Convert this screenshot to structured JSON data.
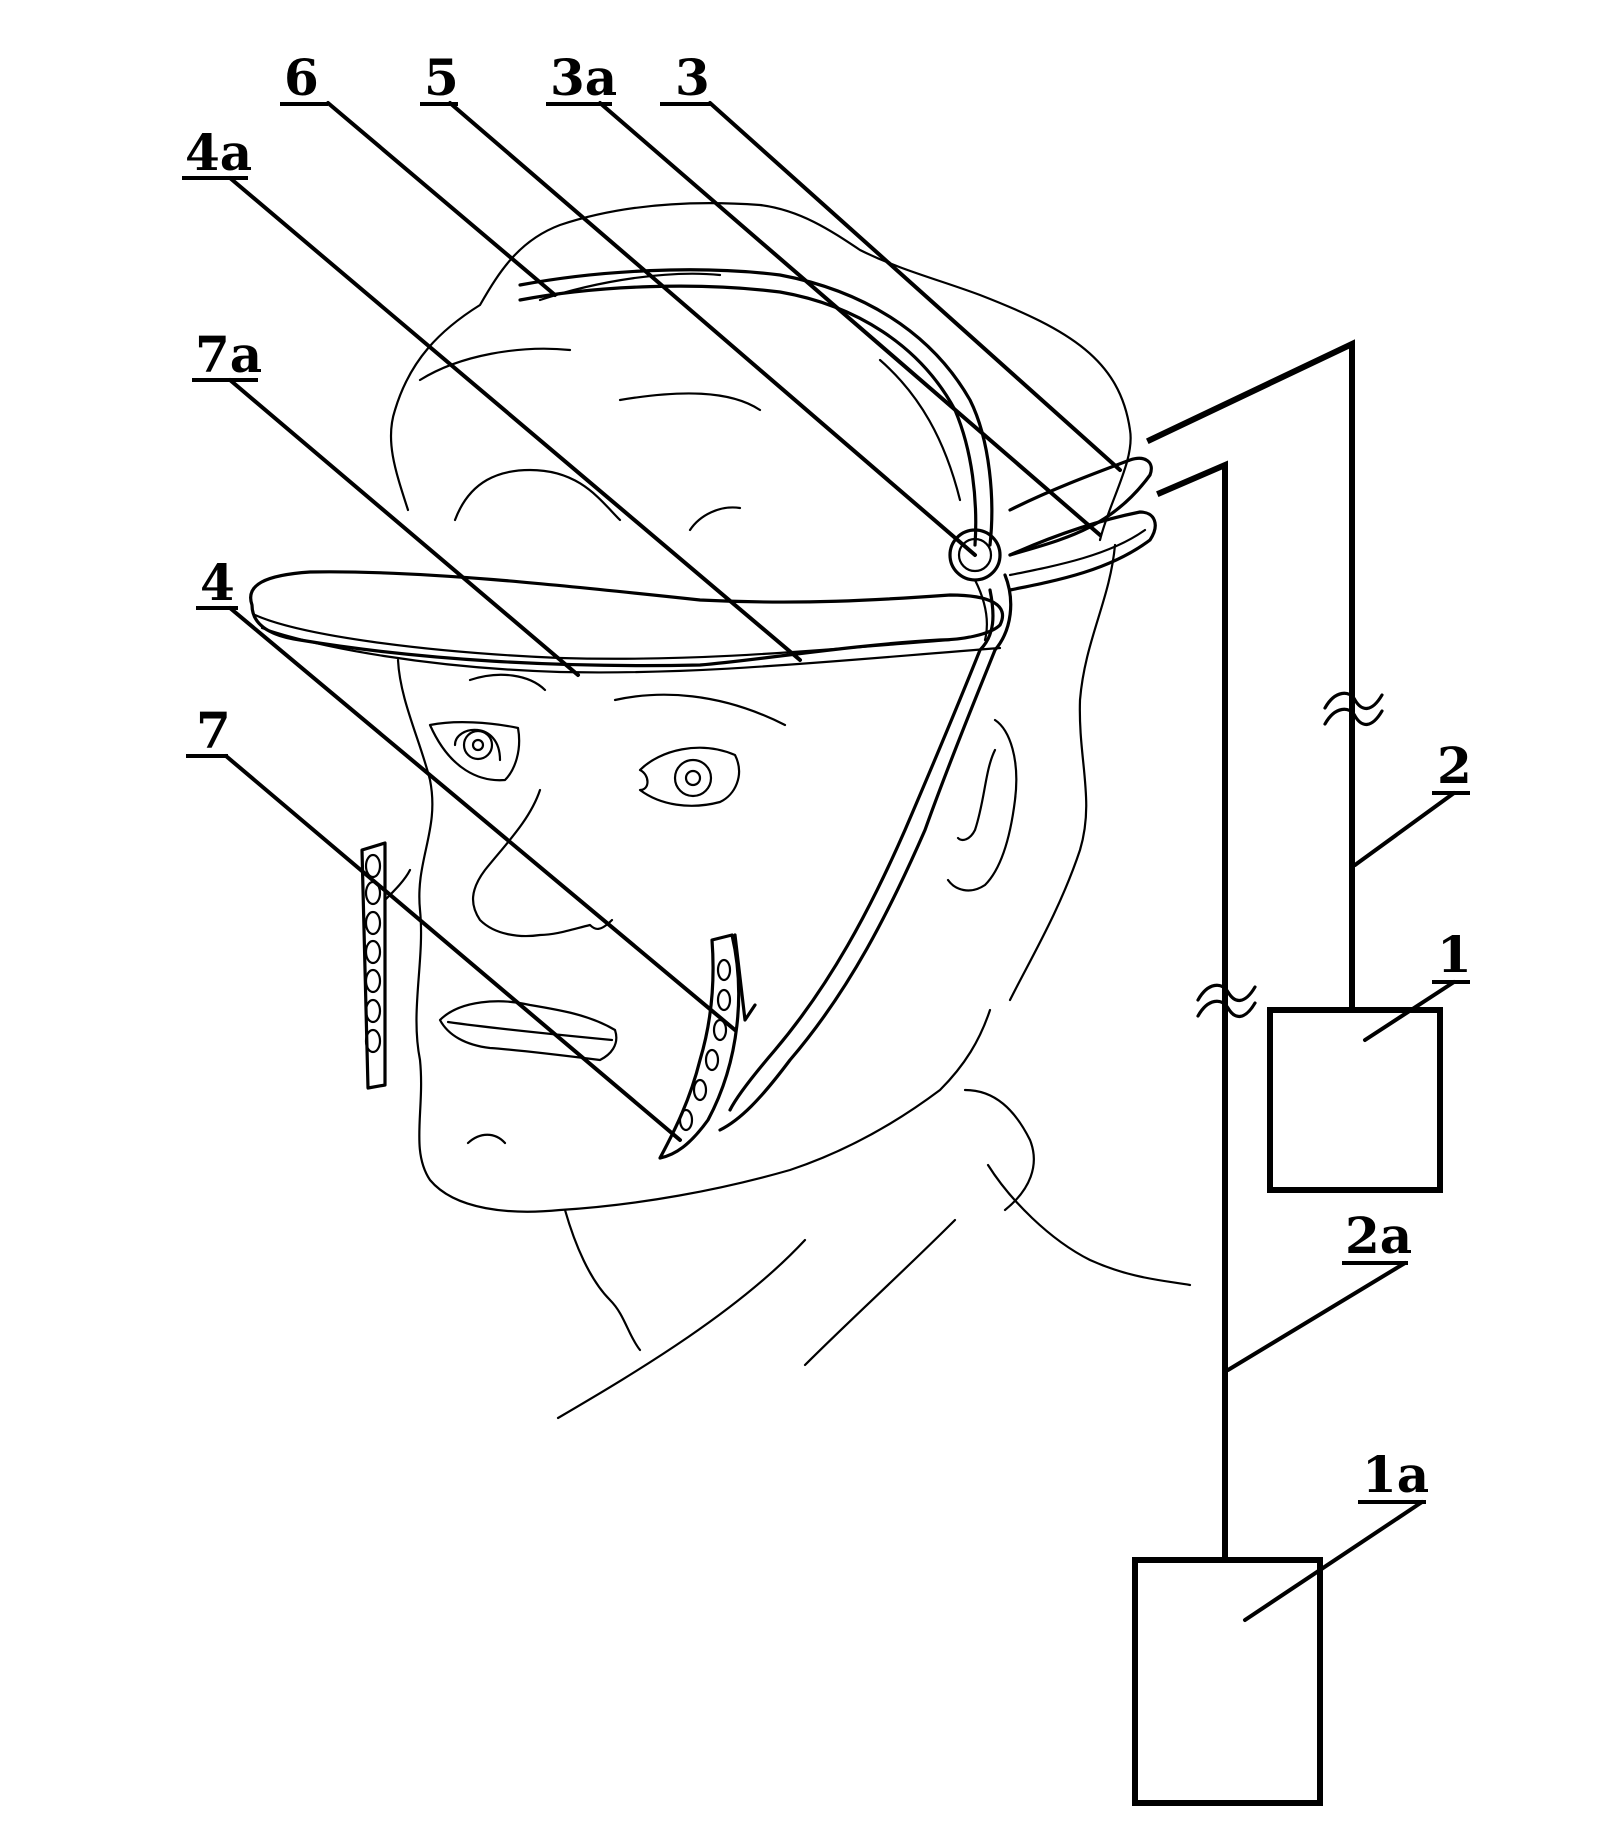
{
  "figure": {
    "labels": {
      "l6": "6",
      "l5": "5",
      "l3a": "3a",
      "l3": "3",
      "l4a": "4a",
      "l7a": "7a",
      "l4": "4",
      "l7": "7",
      "l2": "2",
      "l1": "1",
      "l2a": "2a",
      "l1a": "1a"
    },
    "break_symbol": "≈"
  }
}
